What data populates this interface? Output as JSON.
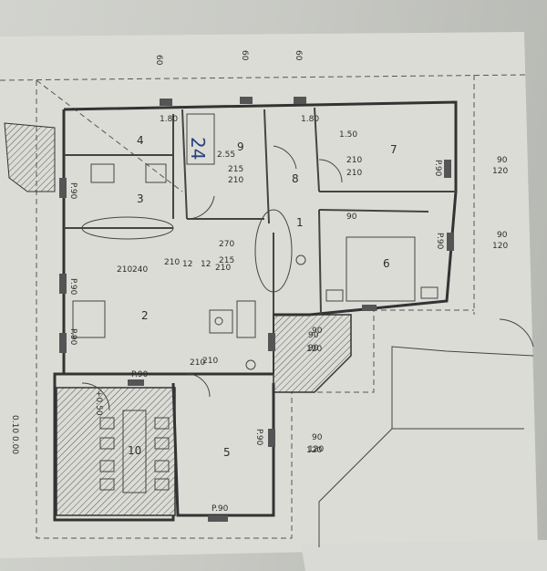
{
  "plan": {
    "dims_top": [
      "60",
      "60",
      "60"
    ],
    "window_notes": [
      "P.90",
      "P.90",
      "P.90",
      "P.90",
      "P.90",
      "P.90",
      "P.90",
      "P.90"
    ],
    "window_sizes": [
      "1.80",
      "1.80"
    ],
    "door_dims": [
      "215",
      "210",
      "210",
      "215",
      "210",
      "210",
      "90",
      "90",
      "90",
      "120",
      "210",
      "210",
      "90",
      "120",
      "90",
      "120"
    ],
    "room_numbers": [
      "1",
      "2",
      "3",
      "4",
      "5",
      "6",
      "7",
      "8",
      "9",
      "10"
    ],
    "handwritten": "24",
    "room_widths": [
      "270",
      "210",
      "240"
    ],
    "stair_heights": [
      "12",
      "12"
    ],
    "side_numbers": [
      "90",
      "120",
      "90",
      "120",
      "90",
      "120",
      "90",
      "120"
    ],
    "left_notes": [
      "0.10",
      "0.00",
      "+0.50"
    ],
    "small_dims": [
      "2.55",
      "1.50",
      "210"
    ]
  }
}
